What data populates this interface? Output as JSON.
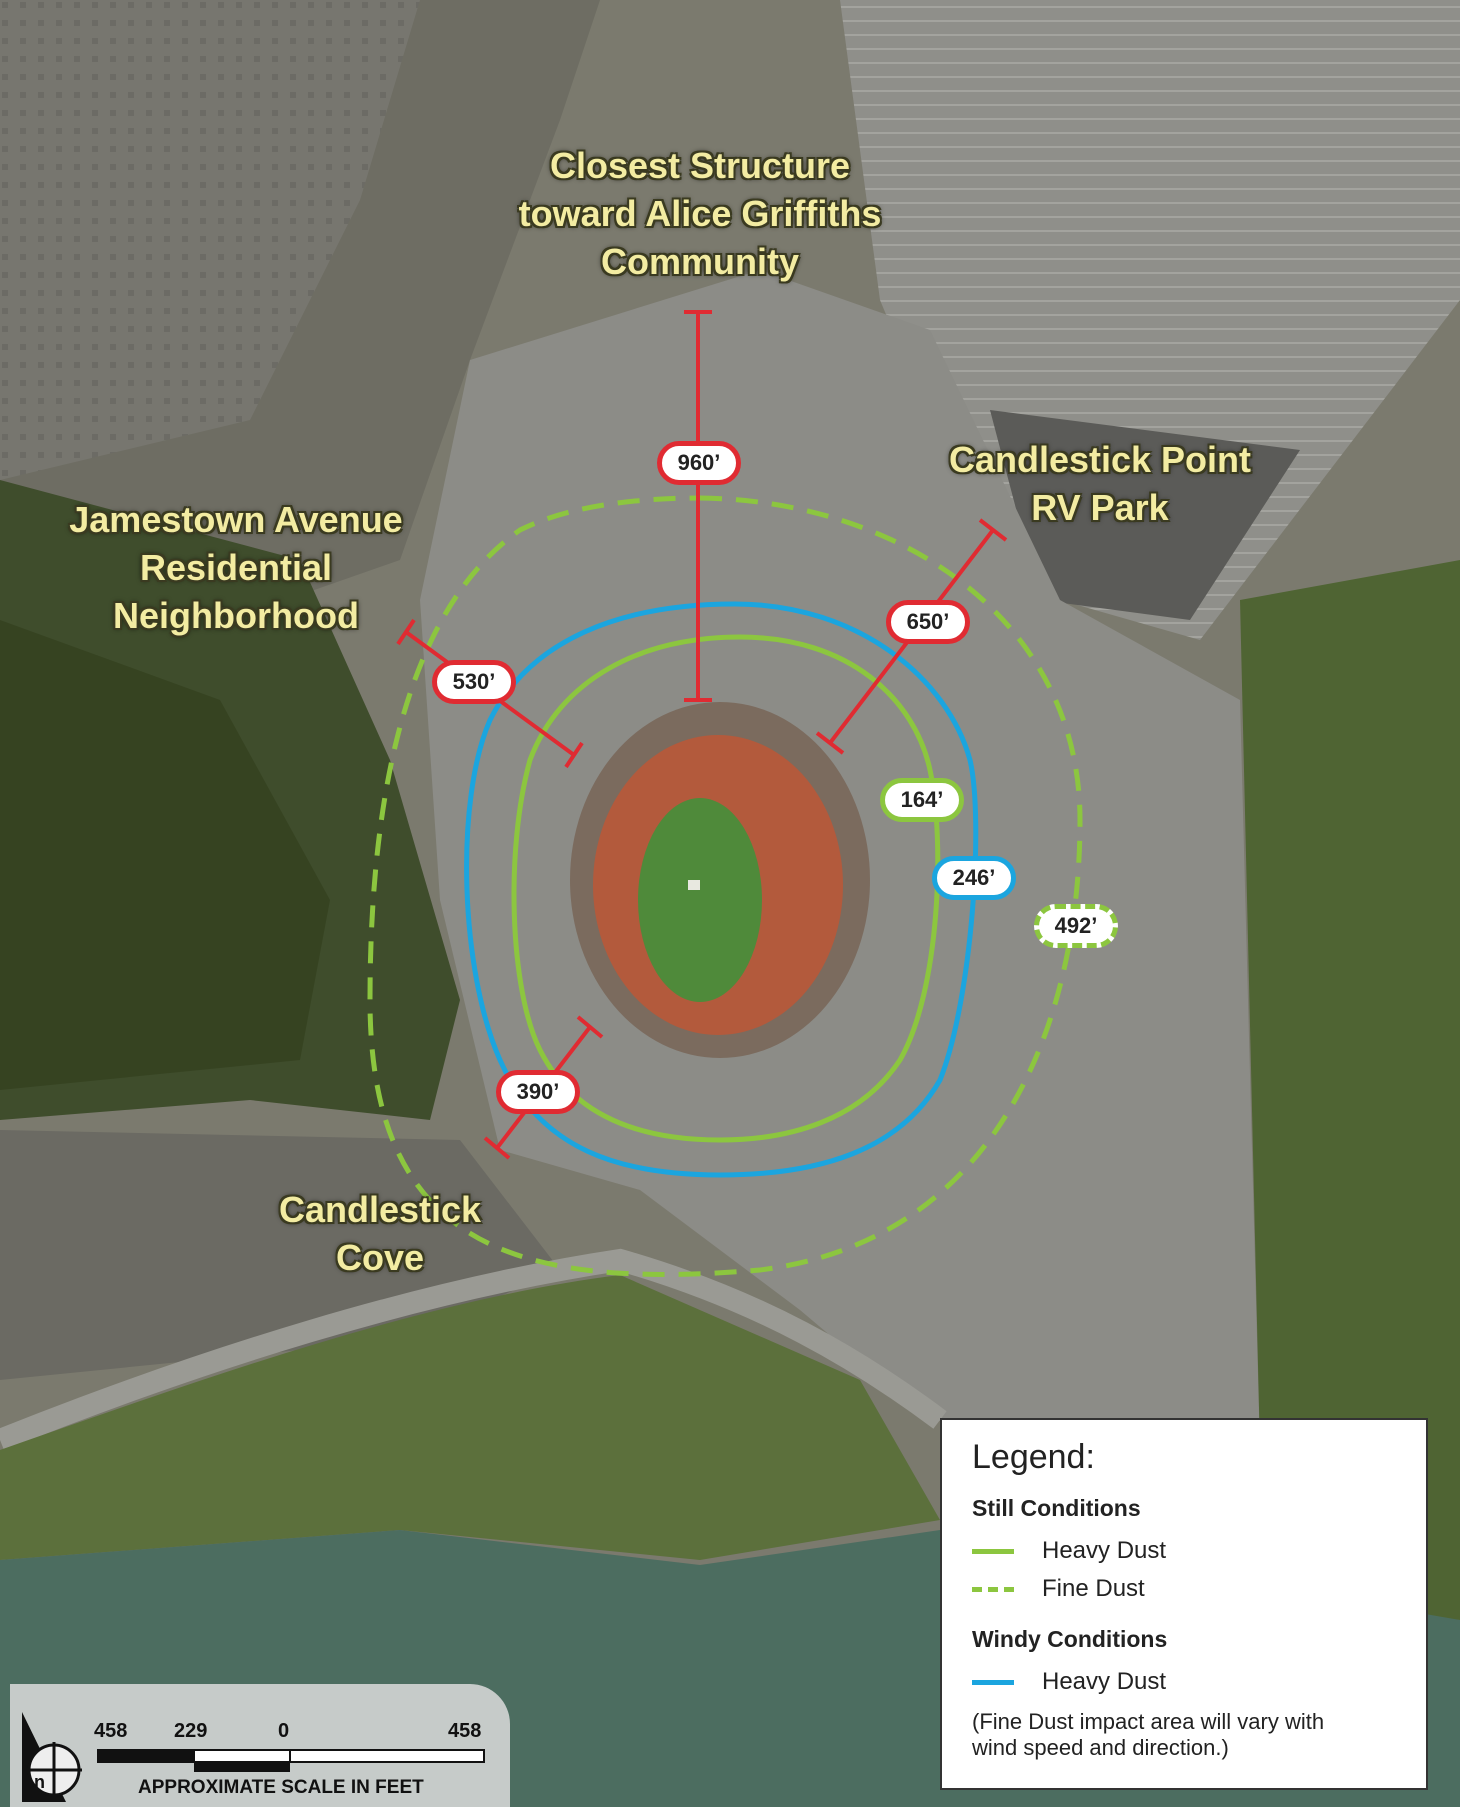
{
  "map": {
    "places": [
      {
        "id": "alice-griffiths",
        "lines": [
          "Closest Structure",
          "toward Alice Griffiths",
          "Community"
        ]
      },
      {
        "id": "rv-park",
        "lines": [
          "Candlestick Point",
          "RV Park"
        ]
      },
      {
        "id": "jamestown",
        "lines": [
          "Jamestown Avenue",
          "Residential",
          "Neighborhood"
        ]
      },
      {
        "id": "candlestick-cove",
        "lines": [
          "Candlestick",
          "Cove"
        ]
      }
    ],
    "distances": {
      "north": "960’",
      "northeast": "650’",
      "northwest": "530’",
      "southwest": "390’",
      "heavy_still": "164’",
      "heavy_windy": "246’",
      "fine_still": "492’"
    },
    "colors": {
      "measure": "#e02b32",
      "still": "#8cc63f",
      "windy": "#1ba5df"
    }
  },
  "legend": {
    "title": "Legend:",
    "still_title": "Still Conditions",
    "still_heavy": "Heavy Dust",
    "still_fine": "Fine Dust",
    "windy_title": "Windy Conditions",
    "windy_heavy": "Heavy Dust",
    "note_1": "(Fine Dust impact area will vary with",
    "note_2": "wind speed and direction.)"
  },
  "scale": {
    "ticks": [
      "458",
      "229",
      "0",
      "458"
    ],
    "title": "APPROXIMATE SCALE IN FEET",
    "north_letter": "n"
  }
}
